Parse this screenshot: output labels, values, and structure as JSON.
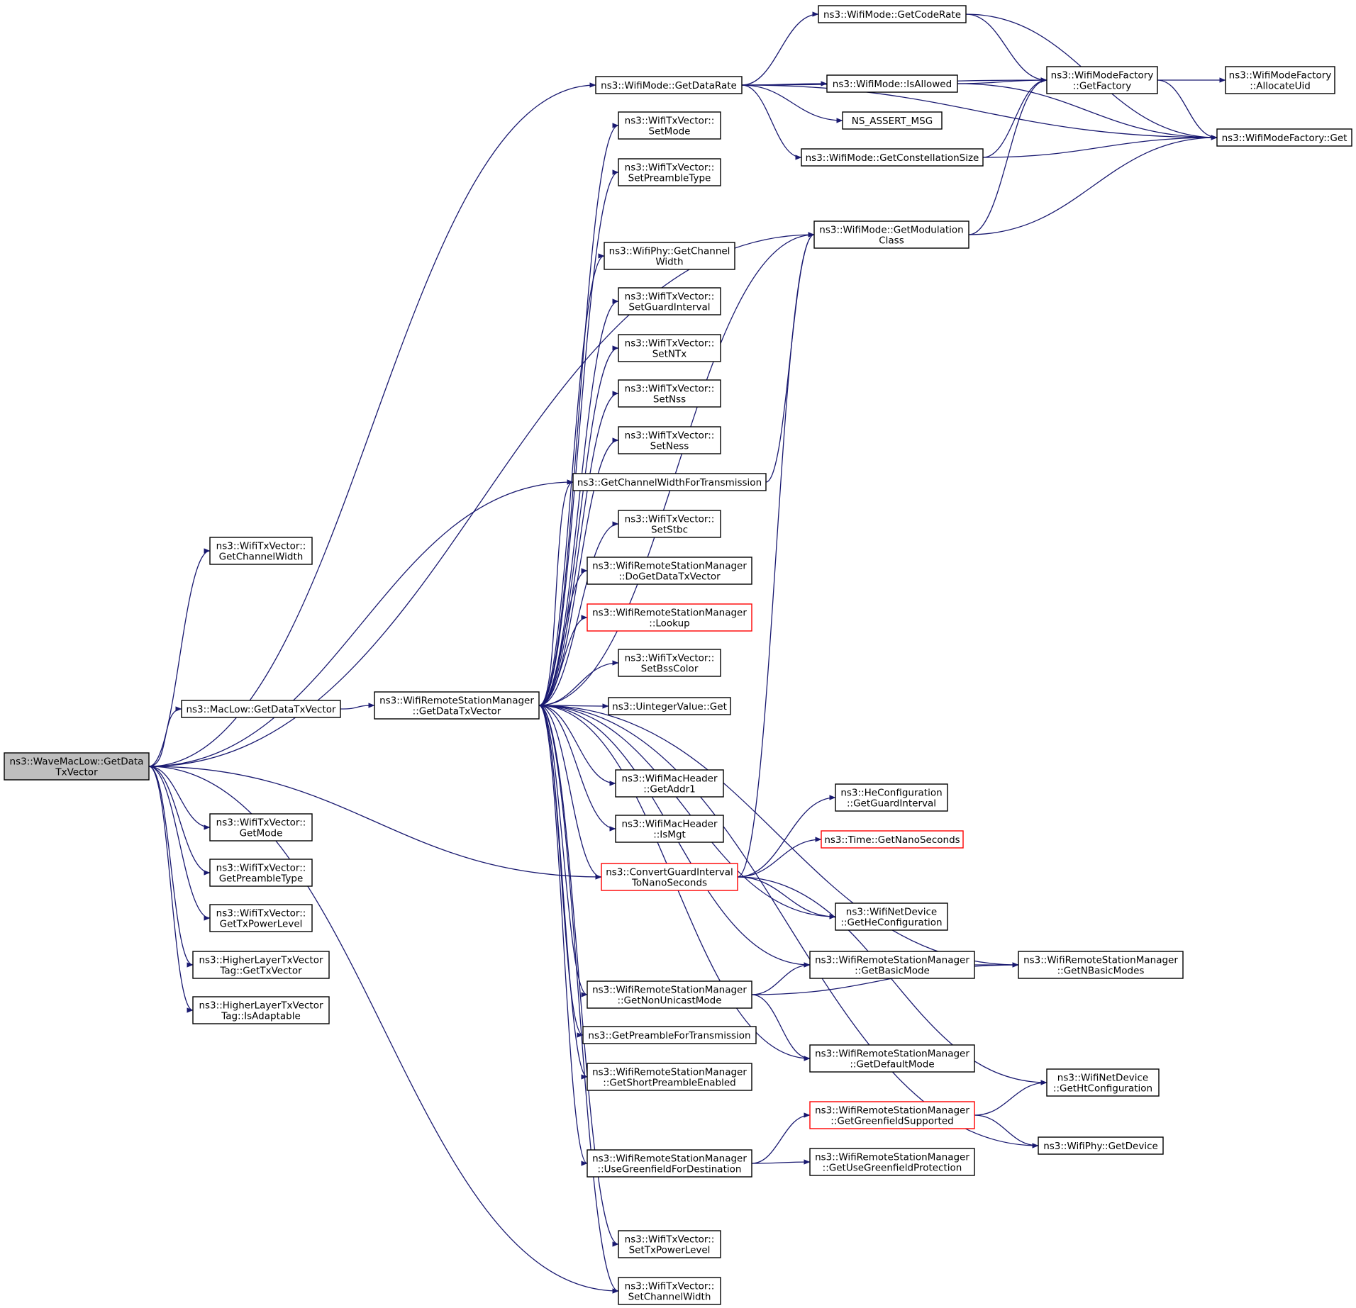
{
  "colors": {
    "edge": "#191970",
    "box_border": "#000000",
    "box_border_highlight": "#ff0000",
    "root_fill": "#bfbfbf",
    "background": "#ffffff"
  },
  "nodes": [
    {
      "id": "root",
      "lines": [
        "ns3::WaveMacLow::GetData",
        "TxVector"
      ],
      "style": "root"
    },
    {
      "id": "txv_getchw",
      "lines": [
        "ns3::WifiTxVector::",
        "GetChannelWidth"
      ]
    },
    {
      "id": "maclow_getdtv",
      "lines": [
        "ns3::MacLow::GetDataTxVector"
      ]
    },
    {
      "id": "txv_getmode",
      "lines": [
        "ns3::WifiTxVector::",
        "GetMode"
      ]
    },
    {
      "id": "txv_getpre",
      "lines": [
        "ns3::WifiTxVector::",
        "GetPreambleType"
      ]
    },
    {
      "id": "txv_gettxp",
      "lines": [
        "ns3::WifiTxVector::",
        "GetTxPowerLevel"
      ]
    },
    {
      "id": "hl_gettxv",
      "lines": [
        "ns3::HigherLayerTxVector",
        "Tag::GetTxVector"
      ]
    },
    {
      "id": "hl_isadapt",
      "lines": [
        "ns3::HigherLayerTxVector",
        "Tag::IsAdaptable"
      ]
    },
    {
      "id": "wrsm_getdtv",
      "lines": [
        "ns3::WifiRemoteStationManager",
        "::GetDataTxVector"
      ]
    },
    {
      "id": "wm_getdatarate",
      "lines": [
        "ns3::WifiMode::GetDataRate"
      ]
    },
    {
      "id": "txv_setmode",
      "lines": [
        "ns3::WifiTxVector::",
        "SetMode"
      ]
    },
    {
      "id": "txv_setpre",
      "lines": [
        "ns3::WifiTxVector::",
        "SetPreambleType"
      ]
    },
    {
      "id": "phy_getchw",
      "lines": [
        "ns3::WifiPhy::GetChannel",
        "Width"
      ]
    },
    {
      "id": "txv_setgi",
      "lines": [
        "ns3::WifiTxVector::",
        "SetGuardInterval"
      ]
    },
    {
      "id": "txv_setntx",
      "lines": [
        "ns3::WifiTxVector::",
        "SetNTx"
      ]
    },
    {
      "id": "txv_setnss",
      "lines": [
        "ns3::WifiTxVector::",
        "SetNss"
      ]
    },
    {
      "id": "txv_setness",
      "lines": [
        "ns3::WifiTxVector::",
        "SetNess"
      ]
    },
    {
      "id": "getchwft",
      "lines": [
        "ns3::GetChannelWidthForTransmission"
      ]
    },
    {
      "id": "txv_setstbc",
      "lines": [
        "ns3::WifiTxVector::",
        "SetStbc"
      ]
    },
    {
      "id": "wrsm_dogetdtv",
      "lines": [
        "ns3::WifiRemoteStationManager",
        "::DoGetDataTxVector"
      ]
    },
    {
      "id": "wrsm_lookup",
      "lines": [
        "ns3::WifiRemoteStationManager",
        "::Lookup"
      ],
      "style": "red"
    },
    {
      "id": "txv_setbss",
      "lines": [
        "ns3::WifiTxVector::",
        "SetBssColor"
      ]
    },
    {
      "id": "uint_get",
      "lines": [
        "ns3::UintegerValue::Get"
      ]
    },
    {
      "id": "mh_getaddr1",
      "lines": [
        "ns3::WifiMacHeader",
        "::GetAddr1"
      ]
    },
    {
      "id": "mh_ismgt",
      "lines": [
        "ns3::WifiMacHeader",
        "::IsMgt"
      ]
    },
    {
      "id": "convgi",
      "lines": [
        "ns3::ConvertGuardInterval",
        "ToNanoSeconds"
      ],
      "style": "red"
    },
    {
      "id": "wrsm_getnonuni",
      "lines": [
        "ns3::WifiRemoteStationManager",
        "::GetNonUnicastMode"
      ]
    },
    {
      "id": "getpreft",
      "lines": [
        "ns3::GetPreambleForTransmission"
      ]
    },
    {
      "id": "wrsm_getshortpre",
      "lines": [
        "ns3::WifiRemoteStationManager",
        "::GetShortPreambleEnabled"
      ]
    },
    {
      "id": "wrsm_usegf",
      "lines": [
        "ns3::WifiRemoteStationManager",
        "::UseGreenfieldForDestination"
      ]
    },
    {
      "id": "txv_settxp",
      "lines": [
        "ns3::WifiTxVector::",
        "SetTxPowerLevel"
      ]
    },
    {
      "id": "txv_setchw",
      "lines": [
        "ns3::WifiTxVector::",
        "SetChannelWidth"
      ]
    },
    {
      "id": "wm_getcoderate",
      "lines": [
        "ns3::WifiMode::GetCodeRate"
      ]
    },
    {
      "id": "wm_isallowed",
      "lines": [
        "ns3::WifiMode::IsAllowed"
      ]
    },
    {
      "id": "ns_assert",
      "lines": [
        "NS_ASSERT_MSG"
      ]
    },
    {
      "id": "wm_getconst",
      "lines": [
        "ns3::WifiMode::GetConstellationSize"
      ]
    },
    {
      "id": "wm_getmodclass",
      "lines": [
        "ns3::WifiMode::GetModulation",
        "Class"
      ]
    },
    {
      "id": "hecfg_getgi",
      "lines": [
        "ns3::HeConfiguration",
        "::GetGuardInterval"
      ]
    },
    {
      "id": "time_getns",
      "lines": [
        "ns3::Time::GetNanoSeconds"
      ],
      "style": "red"
    },
    {
      "id": "nd_gethecfg",
      "lines": [
        "ns3::WifiNetDevice",
        "::GetHeConfiguration"
      ]
    },
    {
      "id": "wrsm_getbasic",
      "lines": [
        "ns3::WifiRemoteStationManager",
        "::GetBasicMode"
      ]
    },
    {
      "id": "wrsm_getdefault",
      "lines": [
        "ns3::WifiRemoteStationManager",
        "::GetDefaultMode"
      ]
    },
    {
      "id": "wrsm_getgf",
      "lines": [
        "ns3::WifiRemoteStationManager",
        "::GetGreenfieldSupported"
      ],
      "style": "red"
    },
    {
      "id": "wrsm_getusegfp",
      "lines": [
        "ns3::WifiRemoteStationManager",
        "::GetUseGreenfieldProtection"
      ]
    },
    {
      "id": "wmf_getfactory",
      "lines": [
        "ns3::WifiModeFactory",
        "::GetFactory"
      ]
    },
    {
      "id": "wmf_alloc",
      "lines": [
        "ns3::WifiModeFactory",
        "::AllocateUid"
      ]
    },
    {
      "id": "wmf_get",
      "lines": [
        "ns3::WifiModeFactory::Get"
      ]
    },
    {
      "id": "wrsm_getnbasic",
      "lines": [
        "ns3::WifiRemoteStationManager",
        "::GetNBasicModes"
      ]
    },
    {
      "id": "nd_gethtcfg",
      "lines": [
        "ns3::WifiNetDevice",
        "::GetHtConfiguration"
      ]
    },
    {
      "id": "phy_getdev",
      "lines": [
        "ns3::WifiPhy::GetDevice"
      ]
    }
  ],
  "edges": [
    [
      "root",
      "txv_getchw"
    ],
    [
      "root",
      "wm_getdatarate"
    ],
    [
      "root",
      "getchwft"
    ],
    [
      "root",
      "wm_getmodclass"
    ],
    [
      "root",
      "maclow_getdtv"
    ],
    [
      "root",
      "txv_getmode"
    ],
    [
      "root",
      "txv_getpre"
    ],
    [
      "root",
      "txv_gettxp"
    ],
    [
      "root",
      "hl_gettxv"
    ],
    [
      "root",
      "hl_isadapt"
    ],
    [
      "root",
      "txv_setchw"
    ],
    [
      "root",
      "convgi"
    ],
    [
      "maclow_getdtv",
      "wrsm_getdtv"
    ],
    [
      "wrsm_getdtv",
      "txv_setmode"
    ],
    [
      "wrsm_getdtv",
      "txv_setpre"
    ],
    [
      "wrsm_getdtv",
      "wm_getmodclass"
    ],
    [
      "wrsm_getdtv",
      "phy_getchw"
    ],
    [
      "wrsm_getdtv",
      "txv_setgi"
    ],
    [
      "wrsm_getdtv",
      "txv_setntx"
    ],
    [
      "wrsm_getdtv",
      "txv_setnss"
    ],
    [
      "wrsm_getdtv",
      "txv_setness"
    ],
    [
      "wrsm_getdtv",
      "getchwft"
    ],
    [
      "wrsm_getdtv",
      "txv_setstbc"
    ],
    [
      "wrsm_getdtv",
      "wrsm_dogetdtv"
    ],
    [
      "wrsm_getdtv",
      "wrsm_lookup"
    ],
    [
      "wrsm_getdtv",
      "txv_setbss"
    ],
    [
      "wrsm_getdtv",
      "uint_get"
    ],
    [
      "wrsm_getdtv",
      "wrsm_getnbasic"
    ],
    [
      "wrsm_getdtv",
      "mh_getaddr1"
    ],
    [
      "wrsm_getdtv",
      "mh_ismgt"
    ],
    [
      "wrsm_getdtv",
      "convgi"
    ],
    [
      "wrsm_getdtv",
      "nd_gethecfg"
    ],
    [
      "wrsm_getdtv",
      "wrsm_getbasic"
    ],
    [
      "wrsm_getdtv",
      "wrsm_getnonuni"
    ],
    [
      "wrsm_getdtv",
      "getpreft"
    ],
    [
      "wrsm_getdtv",
      "wrsm_getshortpre"
    ],
    [
      "wrsm_getdtv",
      "wrsm_getdefault"
    ],
    [
      "wrsm_getdtv",
      "wrsm_usegf"
    ],
    [
      "wrsm_getdtv",
      "phy_getdev"
    ],
    [
      "wrsm_getdtv",
      "txv_settxp"
    ],
    [
      "wrsm_getdtv",
      "txv_setchw"
    ],
    [
      "wm_getdatarate",
      "wm_getcoderate"
    ],
    [
      "wm_getdatarate",
      "wmf_getfactory"
    ],
    [
      "wm_getdatarate",
      "wm_isallowed"
    ],
    [
      "wm_getdatarate",
      "ns_assert"
    ],
    [
      "wm_getdatarate",
      "wm_getconst"
    ],
    [
      "wm_getdatarate",
      "wmf_get"
    ],
    [
      "wm_getcoderate",
      "wmf_getfactory"
    ],
    [
      "wm_getcoderate",
      "wmf_get"
    ],
    [
      "wm_isallowed",
      "wmf_getfactory"
    ],
    [
      "wm_isallowed",
      "wmf_get"
    ],
    [
      "wm_getconst",
      "wmf_getfactory"
    ],
    [
      "wm_getconst",
      "wmf_get"
    ],
    [
      "wm_getmodclass",
      "wmf_getfactory"
    ],
    [
      "wm_getmodclass",
      "wmf_get"
    ],
    [
      "wmf_getfactory",
      "wmf_alloc"
    ],
    [
      "wmf_getfactory",
      "wmf_get"
    ],
    [
      "getchwft",
      "wm_getmodclass"
    ],
    [
      "convgi",
      "hecfg_getgi"
    ],
    [
      "convgi",
      "time_getns"
    ],
    [
      "convgi",
      "nd_gethecfg"
    ],
    [
      "convgi",
      "wm_getmodclass"
    ],
    [
      "convgi",
      "nd_gethtcfg"
    ],
    [
      "wrsm_getbasic",
      "wrsm_getnbasic"
    ],
    [
      "wrsm_getnonuni",
      "wrsm_getbasic"
    ],
    [
      "wrsm_getnonuni",
      "wrsm_getnbasic"
    ],
    [
      "wrsm_getnonuni",
      "wrsm_getdefault"
    ],
    [
      "wrsm_usegf",
      "wrsm_getgf"
    ],
    [
      "wrsm_usegf",
      "wrsm_getusegfp"
    ],
    [
      "wrsm_getgf",
      "nd_gethtcfg"
    ],
    [
      "wrsm_getgf",
      "phy_getdev"
    ]
  ]
}
